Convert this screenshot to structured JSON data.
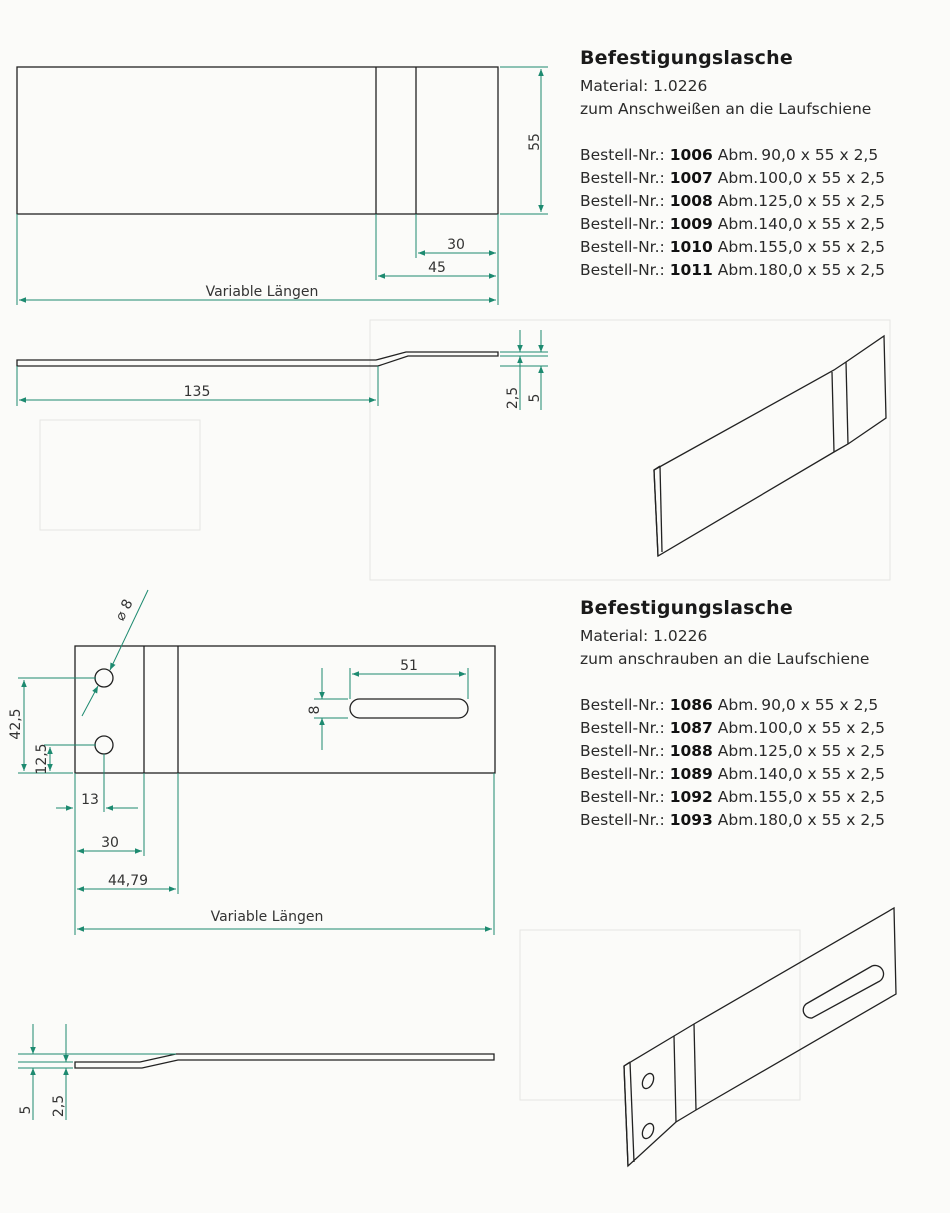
{
  "sections": [
    {
      "title": "Befestigungslasche",
      "material": "Material: 1.0226",
      "purpose": "zum Anschweißen an die Laufschiene",
      "rows": [
        {
          "prefix": "Bestell-Nr.: ",
          "nr": "1006",
          "abm": " Abm.",
          "dims": "90,0 x 55 x 2,5"
        },
        {
          "prefix": "Bestell-Nr.: ",
          "nr": "1007",
          "abm": " Abm.",
          "dims": "100,0 x 55 x 2,5"
        },
        {
          "prefix": "Bestell-Nr.: ",
          "nr": "1008",
          "abm": " Abm.",
          "dims": "125,0 x 55 x 2,5"
        },
        {
          "prefix": "Bestell-Nr.: ",
          "nr": "1009",
          "abm": " Abm.",
          "dims": "140,0 x 55 x 2,5"
        },
        {
          "prefix": "Bestell-Nr.: ",
          "nr": "1010",
          "abm": " Abm.",
          "dims": "155,0 x 55 x 2,5"
        },
        {
          "prefix": "Bestell-Nr.: ",
          "nr": "1011",
          "abm": " Abm.",
          "dims": "180,0 x 55 x 2,5"
        }
      ]
    },
    {
      "title": "Befestigungslasche",
      "material": "Material: 1.0226",
      "purpose": "zum anschrauben an die Laufschiene",
      "rows": [
        {
          "prefix": "Bestell-Nr.: ",
          "nr": "1086",
          "abm": " Abm.",
          "dims": "90,0 x 55 x 2,5"
        },
        {
          "prefix": "Bestell-Nr.: ",
          "nr": "1087",
          "abm": " Abm.",
          "dims": "100,0 x 55 x 2,5"
        },
        {
          "prefix": "Bestell-Nr.: ",
          "nr": "1088",
          "abm": " Abm.",
          "dims": "125,0 x 55 x 2,5"
        },
        {
          "prefix": "Bestell-Nr.: ",
          "nr": "1089",
          "abm": " Abm.",
          "dims": "140,0 x 55 x 2,5"
        },
        {
          "prefix": "Bestell-Nr.: ",
          "nr": "1092",
          "abm": " Abm.",
          "dims": "155,0 x 55 x 2,5"
        },
        {
          "prefix": "Bestell-Nr.: ",
          "nr": "1093",
          "abm": " Abm.",
          "dims": "180,0 x 55 x 2,5"
        }
      ]
    }
  ],
  "drawing1": {
    "height": "55",
    "d30": "30",
    "d45": "45",
    "variable": "Variable Längen",
    "d135": "135",
    "d25": "2,5",
    "d5": "5"
  },
  "drawing2": {
    "diameter": "⌀ 8",
    "d51": "51",
    "d8": "8",
    "d42_5": "42,5",
    "d12_5": "12,5",
    "d13": "13",
    "d30": "30",
    "d44_79": "44,79",
    "variable": "Variable Längen",
    "d5": "5",
    "d25": "2,5"
  },
  "colors": {
    "dimension": "#1d8a70",
    "part": "#222222"
  }
}
